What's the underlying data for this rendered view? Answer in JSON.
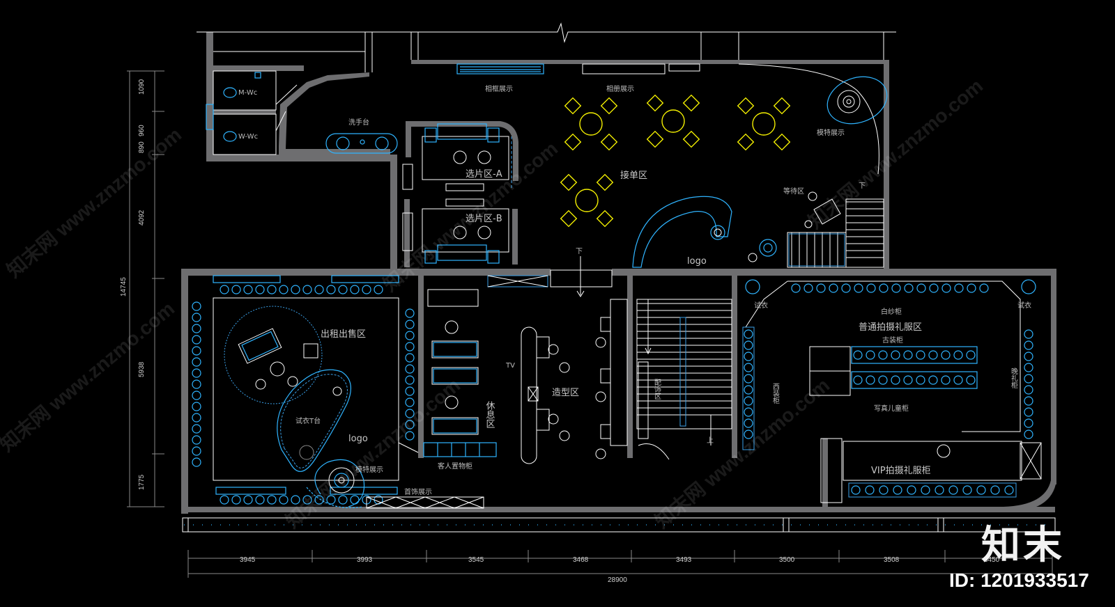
{
  "rooms": {
    "m_wc": "M-Wc",
    "w_wc": "W-Wc",
    "wash": "洗手台",
    "frame_display": "相框展示",
    "album_display": "相册展示",
    "model_display_top": "模特展示",
    "select_a": "选片区-A",
    "select_b": "选片区-B",
    "reception": "接单区",
    "waiting": "等待区",
    "logo_top": "logo",
    "down_top": "下",
    "down_mid": "下",
    "rent_sale": "出租出售区",
    "tryon_stage": "试衣T台",
    "logo_bottom": "logo",
    "model_display_bottom": "模特展示",
    "jewelry_display": "首饰展示",
    "guest_cabinet": "客人置物柜",
    "rest_area": "休息区",
    "tv": "TV",
    "styling": "造型区",
    "accessory": "配饰区",
    "up": "上",
    "fitting_left": "试衣",
    "fitting_right": "试衣",
    "veil_cabinet": "白纱柜",
    "regular_gown": "普通拍摄礼服区",
    "ancient_cabinet": "古装柜",
    "suit_cabinet": "西装柜",
    "evening_cabinet": "晚礼柜",
    "kids_cabinet": "写真儿童柜",
    "vip_gown": "VIP拍摄礼服柜"
  },
  "dimensions": {
    "left": [
      "1090",
      "960",
      "890",
      "4092",
      "5938",
      "1775"
    ],
    "total_height": "14745",
    "bottom": [
      "3945",
      "3993",
      "3545",
      "3468",
      "3493",
      "3500",
      "3508",
      "3450"
    ],
    "total_width": "28900"
  },
  "watermark": {
    "brand": "知末",
    "id": "ID: 1201933517",
    "tile": "知末网 www.znzmo.com"
  },
  "colors": {
    "background": "#000000",
    "wall": "#6e6e70",
    "furniture_cyan": "#2fb4ff",
    "furniture_yellow": "#f4f000",
    "line_white": "#ffffff"
  }
}
